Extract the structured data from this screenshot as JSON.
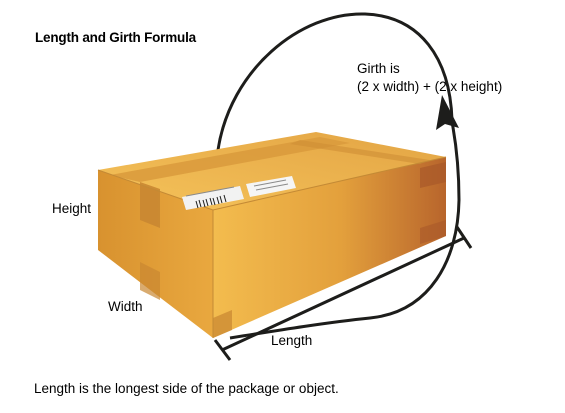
{
  "title": "Length and Girth Formula",
  "girth": {
    "line1": "Girth is",
    "line2": "(2 x width) + (2 x height)"
  },
  "labels": {
    "height": "Height",
    "width": "Width",
    "length": "Length"
  },
  "caption": "Length is the longest side of the package or object.",
  "colors": {
    "box_light": "#f2b443",
    "box_mid": "#e5a13a",
    "box_dark": "#b5652c",
    "tape": "#d99a3c",
    "ink": "#231f20"
  }
}
